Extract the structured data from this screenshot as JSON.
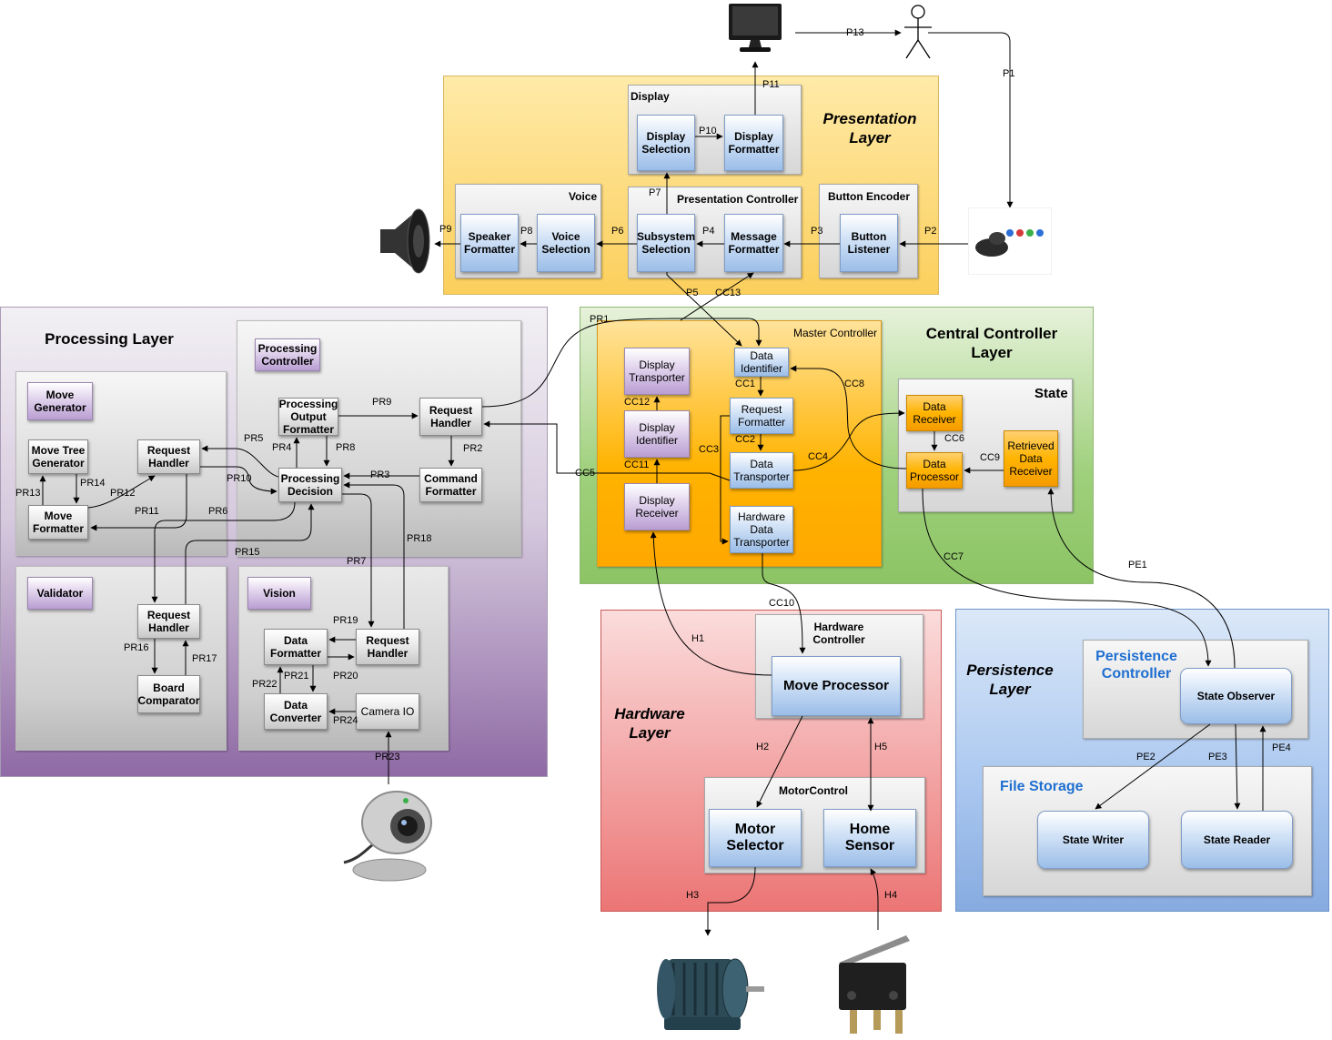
{
  "layers": {
    "presentation": "Presentation Layer",
    "processing": "Processing Layer",
    "central": "Central Controller Layer",
    "hardware": "Hardware Layer",
    "persistence": "Persistence Layer"
  },
  "subsystems": {
    "display": "Display",
    "voice": "Voice",
    "presentation_controller": "Presentation Controller",
    "button_encoder": "Button Encoder",
    "processing_controller": "Processing Controller",
    "move_generator": "Move Generator",
    "validator": "Validator",
    "vision": "Vision",
    "master_controller": "Master Controller",
    "state": "State",
    "hardware_controller": "Hardware Controller",
    "motor_control": "MotorControl",
    "persistence_controller": "Persistence Controller",
    "file_storage": "File Storage"
  },
  "components": {
    "display_selection": "Display Selection",
    "display_formatter": "Display Formatter",
    "speaker_formatter": "Speaker Formatter",
    "voice_selection": "Voice Selection",
    "subsystem_selection": "Subsystem Selection",
    "message_formatter": "Message Formatter",
    "button_listener": "Button Listener",
    "processing_output_formatter": "Processing Output Formatter",
    "pc_request_handler": "Request Handler",
    "processing_decision": "Processing Decision",
    "command_formatter": "Command Formatter",
    "move_tree_generator": "Move Tree Generator",
    "move_formatter": "Move Formatter",
    "mg_request_handler": "Request Handler",
    "val_request_handler": "Request Handler",
    "board_comparator": "Board Comparator",
    "data_formatter": "Data Formatter",
    "vis_request_handler": "Request Handler",
    "data_converter": "Data Converter",
    "camera_io": "Camera IO",
    "display_transporter": "Display Transporter",
    "display_identifier": "Display Identifier",
    "display_receiver": "Display Receiver",
    "data_identifier": "Data Identifier",
    "request_formatter": "Request Formatter",
    "data_transporter": "Data Transporter",
    "hardware_data_transporter": "Hardware Data Transporter",
    "data_receiver": "Data Receiver",
    "data_processor": "Data Processor",
    "retrieved_data_receiver": "Retrieved Data Receiver",
    "move_processor": "Move Processor",
    "motor_selector": "Motor Selector",
    "home_sensor": "Home Sensor",
    "state_observer": "State Observer",
    "state_writer": "State Writer",
    "state_reader": "State Reader"
  },
  "connectors": {
    "p1": "P1",
    "p2": "P2",
    "p3": "P3",
    "p4": "P4",
    "p5": "P5",
    "p6": "P6",
    "p7": "P7",
    "p8": "P8",
    "p9": "P9",
    "p10": "P10",
    "p11": "P11",
    "p13": "P13",
    "pr1": "PR1",
    "pr2": "PR2",
    "pr3": "PR3",
    "pr4": "PR4",
    "pr5": "PR5",
    "pr6": "PR6",
    "pr7": "PR7",
    "pr8": "PR8",
    "pr9": "PR9",
    "pr10": "PR10",
    "pr11": "PR11",
    "pr12": "PR12",
    "pr13": "PR13",
    "pr14": "PR14",
    "pr15": "PR15",
    "pr16": "PR16",
    "pr17": "PR17",
    "pr18": "PR18",
    "pr19": "PR19",
    "pr20": "PR20",
    "pr21": "PR21",
    "pr22": "PR22",
    "pr23": "PR23",
    "pr24": "PR24",
    "cc1": "CC1",
    "cc2": "CC2",
    "cc3": "CC3",
    "cc4": "CC4",
    "cc5": "CC5",
    "cc6": "CC6",
    "cc7": "CC7",
    "cc8": "CC8",
    "cc9": "CC9",
    "cc10": "CC10",
    "cc11": "CC11",
    "cc12": "CC12",
    "cc13": "CC13",
    "h1": "H1",
    "h2": "H2",
    "h3": "H3",
    "h4": "H4",
    "h5": "H5",
    "pe1": "PE1",
    "pe2": "PE2",
    "pe3": "PE3",
    "pe4": "PE4"
  },
  "icons": [
    "monitor-icon",
    "user-icon",
    "speaker-icon",
    "joystick-buttons-icon",
    "webcam-icon",
    "motor-icon",
    "microswitch-icon"
  ],
  "colors": {
    "presentation": "#fbd46a",
    "processing": "#9d7db0",
    "central": "#9fd07c",
    "master": "#ffb300",
    "hardware": "#ec7575",
    "persistence": "#a8c6ef",
    "persistence_title": "#1f6fd0"
  }
}
